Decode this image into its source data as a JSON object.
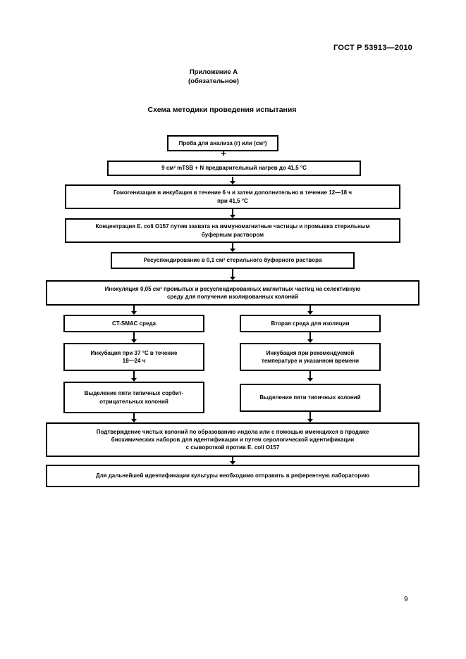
{
  "document": {
    "number": "ГОСТ Р 53913—2010",
    "appendix_label": "Приложение А",
    "appendix_kind": "(обязательное)",
    "title": "Схема методики проведения испытания",
    "page_number": "9"
  },
  "flowchart": {
    "plus_sign": "+",
    "boxes": [
      {
        "name": "sample",
        "text": "Проба для анализа (г) или (см³)"
      },
      {
        "name": "enrichment-broth",
        "text": "9 см³ mTSB + N предварительный нагрев до 41,5 °С"
      },
      {
        "name": "homogenization-incubation",
        "text": "Гомогенизация и инкубация в течение 6 ч и затем дополнительно в течение 12—18 ч\nпри 41,5 °С"
      },
      {
        "name": "concentration-ims",
        "text": "Концентрация E. coli O157 путем захвата на иммуномагнитные частицы и промывка стерильным\nбуферным раствором"
      },
      {
        "name": "resuspension",
        "text": "Ресуспендирование в 0,1 см³ стерильного буферного раствора"
      },
      {
        "name": "inoculation",
        "text": "Инокуляция 0,05 см³ промытых и ресуспендированных магнитных частиц на селективную\nсреду для получения изолированных колоний"
      },
      {
        "name": "ctsmac-medium",
        "text": "CT-SMAC среда"
      },
      {
        "name": "second-medium",
        "text": "Вторая среда для изоляции"
      },
      {
        "name": "incubation-37c",
        "text": "Инкубация при 37 °С в течение\n18—24 ч"
      },
      {
        "name": "incubation-recommended",
        "text": "Инкубация при рекомендуемой\nтемпературе и указанном времени"
      },
      {
        "name": "select-sorbitol-negative",
        "text": "Выделение пяти типичных сорбит-\nотрицательных колоний"
      },
      {
        "name": "select-typical",
        "text": "Выделение пяти типичных колоний"
      },
      {
        "name": "confirmation",
        "text": "Подтверждение чистых колоний по образованию индола или с помощью имеющихся в продаже\nбиохимических наборов для идентификации и путем серологической идентификации\nс сывороткой против E. coli O157"
      },
      {
        "name": "reference-lab",
        "text": "Для дальнейшей идентификации культуры необходимо отправить в референтную лабораторию"
      }
    ]
  }
}
